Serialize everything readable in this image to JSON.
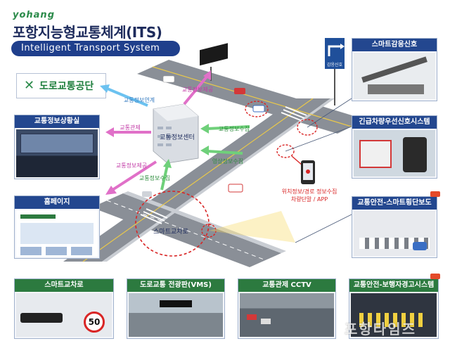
{
  "header": {
    "logo_text": "yohang",
    "title": "포항지능형교통체계(ITS)",
    "subtitle": "Intelligent Transport System"
  },
  "kora": {
    "name": "도로교통공단"
  },
  "panels": {
    "info_room": "교통정보상황실",
    "homepage": "홈페이지",
    "smart_intersection": "스마트교차로",
    "vms": "도로교통 전광판(VMS)",
    "cctv": "교통관제 CCTV",
    "pedestrian_warning": "교통안전-보행자경고시스템",
    "smart_signal": "스마트감응신호",
    "emergency_priority": "긴급차량우선신호시스템",
    "smart_crosswalk": "교통안전-스마트횡단보도"
  },
  "flows": {
    "info_link": "교통정보연계",
    "info_provide_top": "교통정보제공",
    "traffic_control": "교통관제",
    "info_provide_left": "교통정보제공",
    "info_collect_right": "교통정보수집",
    "video_collect": "영상정보수집",
    "info_collect_bottom": "교통정보수집"
  },
  "center": {
    "label": "교통정보센터"
  },
  "scene": {
    "smart_intersection_label": "스마트교차로",
    "location_collect": "위치정보/경로 정보수집",
    "vehicle_terminal": "차량단말 / APP",
    "sign_text": "감응신호",
    "speed_limit": "50"
  },
  "watermark": "포항타임즈",
  "colors": {
    "road": "#8a8f97",
    "green_header": "#2c7a3f",
    "blue_header": "#23478f",
    "pink_arrow": "#e070c8",
    "green_arrow": "#6fd07a",
    "light_blue_arrow": "#6cc2f0",
    "red_circle": "#d92525"
  }
}
